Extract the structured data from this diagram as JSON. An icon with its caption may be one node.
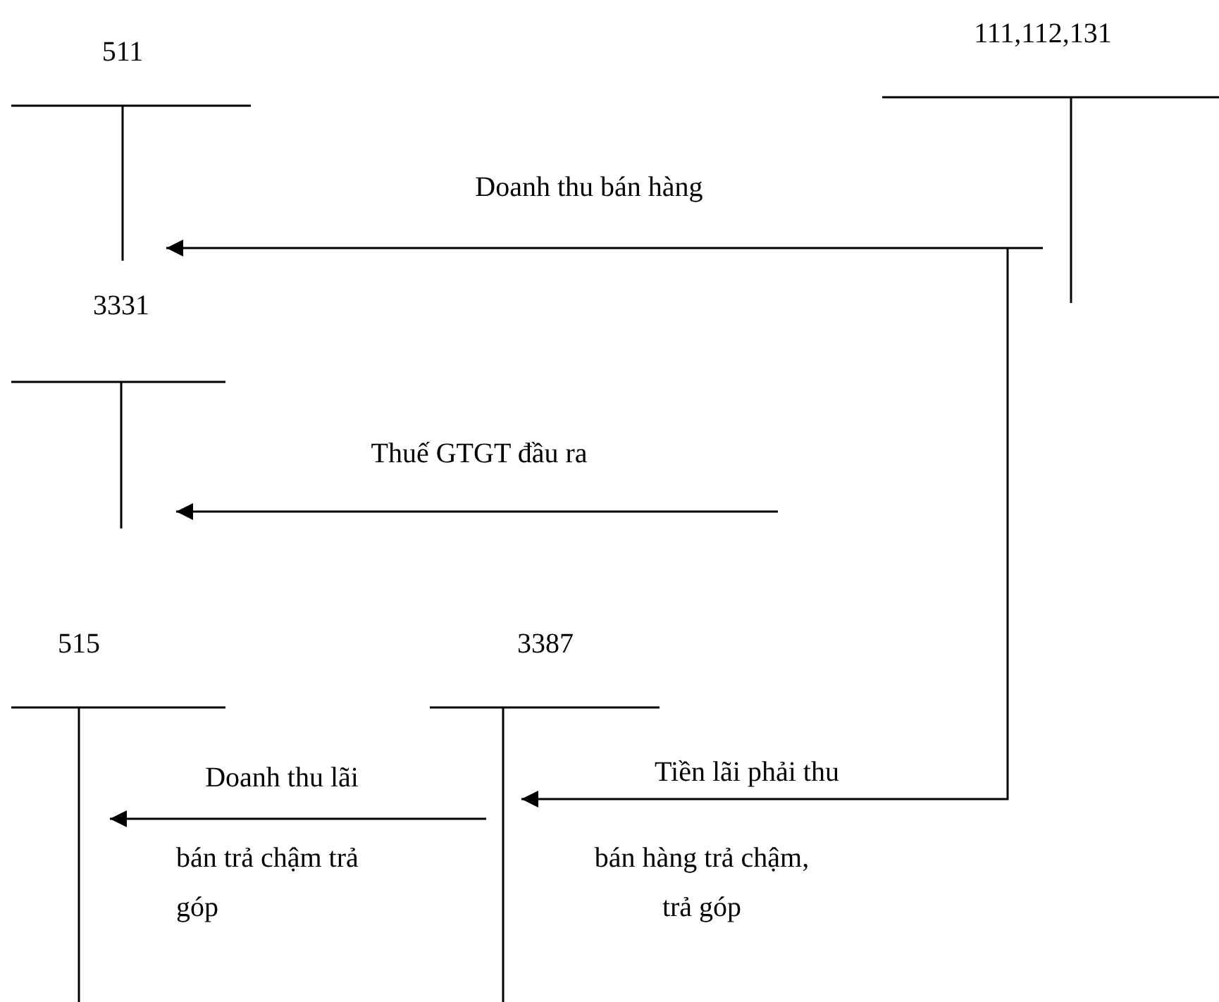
{
  "diagram": {
    "nodes": [
      {
        "text": [
          "511"
        ]
      },
      {
        "text": [
          "111,112,131"
        ]
      },
      {
        "text": [
          "3331"
        ]
      },
      {
        "text": [
          "515"
        ]
      },
      {
        "text": [
          "3387"
        ]
      }
    ],
    "edges": [
      {
        "from": 1,
        "to": 0,
        "arrow": "to",
        "label": "Doanh thu bán hàng"
      },
      {
        "from": null,
        "to": 2,
        "arrow": "to",
        "label": "Thuế GTGT đầu ra"
      },
      {
        "from": 1,
        "to": 4,
        "arrow": "to",
        "label": "Tiền lãi phải thu"
      },
      {
        "from": 4,
        "to": 3,
        "arrow": "to",
        "label": "Doanh thu lãi"
      }
    ],
    "labels": [
      "bán hàng trả chậm, trả góp",
      "bán trả chậm trả góp"
    ]
  }
}
